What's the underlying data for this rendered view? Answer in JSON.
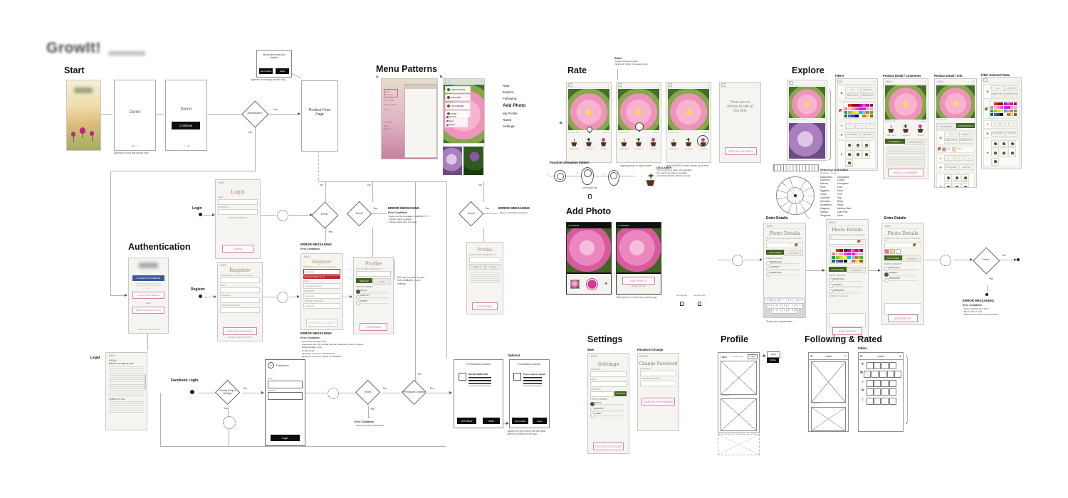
{
  "title": {
    "app": "GrowIt!"
  },
  "flow": {
    "yes": "Yes",
    "no": "No",
    "errors": "Errors?",
    "authenticated": "Authenticated?",
    "already_setup": "Already Setup in Settings?",
    "permissions_q": "Permissions Granted?"
  },
  "icons": {
    "share": "↥",
    "menu": "☰",
    "funnel_outline": "▽",
    "funnel_filled": "▼",
    "star": "★",
    "grid": "▦",
    "user": "☺",
    "flower": "✿",
    "list": "≡",
    "sun": "☀",
    "close": "✕",
    "close_circle": "ⓧ",
    "back": "‹ BACK",
    "up_arrow": "▲",
    "down_arrow": "▼"
  },
  "start": {
    "header": "Start",
    "demo": "Demo",
    "continue_btn": "Continue",
    "dots1": "● ○ ○",
    "dots2": "○ ○ ●",
    "caption": "Appears on first app launch only",
    "product_feed": "Product Feed Page"
  },
  "location_dialog": {
    "text": "Would like to use your location",
    "dont_allow": "Don't Allow",
    "allow": "Allow",
    "caption": "Appears on first app launch only"
  },
  "menu": {
    "header": "Menu Patterns",
    "a": "A.",
    "b": "B.",
    "a_items": [
      "ADD PHOTO",
      "EXPLORE",
      "FOLLOWING",
      "RATE"
    ],
    "a_sub": [
      "My Profile",
      "Rated",
      "Settings"
    ],
    "b_items": [
      "ADD A PHOTO",
      "EXPLORE",
      "FOLLOWING",
      "RATE"
    ],
    "b_sub": [
      "My Profile",
      "Rated",
      "Settings"
    ],
    "list_top": [
      "Rate",
      "Explore",
      "Following"
    ],
    "list_bold": "Add Photo",
    "list_bottom": [
      "My Profile",
      "Rated",
      "Settings"
    ]
  },
  "rate": {
    "header": "Rate",
    "b": "B.",
    "share_title": "Share",
    "share_l1": "Triggers iOS actionsheet",
    "share_l2": "Facebook, Twitter, Message, Email",
    "product_tag": "PRODUCT TAG",
    "username": "username",
    "pots": [
      "NEEDS HELP",
      "GROWING IT",
      "GROWN IT"
    ],
    "cap1": "Tapping grows to users profile",
    "cap2": "New UNRATED photo shows up in feed",
    "empty_text": "There are no photos to rate at this time",
    "empty_btn": "SEE MY RATINGS"
  },
  "interaction": {
    "header": "Possible Interaction Pattern",
    "n1": "1.",
    "n2": "2.",
    "n3": "3.",
    "tap": "one finger tap",
    "disclaimer_title": "DISCLAIMER",
    "disclaimer_text": "This is a pot for a plant. UX recognizes this may be too cheesy so design should take liberties with the concept."
  },
  "explore": {
    "header": "Explore",
    "filters_label": "Filters",
    "pdc_label": "Product Detail / Comments",
    "pdi_label": "Product Detail / Info",
    "fss_label": "Filter Selected State",
    "back": "BACK",
    "tabs": [
      "COMMENTS",
      "INFORMATION"
    ],
    "add_comment": "ADD A COMMENT",
    "cats": [
      "ALL",
      "GROWN IT",
      "NEEDS HELP",
      "INSPIRATION"
    ],
    "where": [
      "CONTAINER",
      "GROUND"
    ],
    "types": [
      "All",
      "Flower",
      "Edible",
      "Herb",
      "Shrub",
      "Tree",
      "Vegetable"
    ],
    "chips": [
      {
        "name": "Pink",
        "color": "#f06fa8"
      },
      {
        "name": "Yellow",
        "color": "#ffe34d"
      }
    ]
  },
  "select_colors": {
    "title": "Select up to 5 colors",
    "sub": "28 colors + 1 none",
    "col1": [
      "Maraschino",
      "Cayenne",
      "Maroon",
      "Plum",
      "Eggplant",
      "Grape",
      "Lavender",
      "Carnation",
      "Strawberry",
      "Magenta",
      "Salmon",
      "Tangerine"
    ],
    "col2": [
      "Cantaloupe",
      "Lemon",
      "Honeydew",
      "Lime",
      "Moss",
      "Fern",
      "Sky",
      "Black",
      "White",
      "Medium Blue",
      "Light Pink",
      "None"
    ]
  },
  "palette": [
    "#ffffff",
    "#ff2600",
    "#941100",
    "#7b0e45",
    "#94218e",
    "#ff2df5",
    "#d4145a",
    "#941751",
    "#ff7e79",
    "#ffc0cb",
    "#ff85ff",
    "#ff4fa3",
    "#ff00ff",
    "#cc29cc",
    "#ff9ad5",
    "#e8a0ff",
    "#00a651",
    "#8dc63f",
    "#d7df23",
    "#fff200",
    "#00bff3",
    "#6dcff6",
    "#ff5e3a",
    "#29cc29",
    "#006838",
    "#7a52a8",
    "#0054a6",
    "#000000",
    "#fefefe",
    "#f26522",
    "#ffd700",
    "#8b5a2b"
  ],
  "add_photo": {
    "header": "Add Photo",
    "cancel": "CANCEL",
    "use": "USE PHOTO",
    "retake": "RETAKE PHOTO",
    "caption": "Take picture or select from photos app",
    "tap": "one finger tap",
    "drag": "one finger drag"
  },
  "photo_details": {
    "label": "Enter Details",
    "back": "BACK",
    "title": "Photo Details",
    "what": "WHAT IS IT? (also tap below for searchable list)",
    "category": "PHOTO CATEGORY",
    "cats": [
      "NEEDS HELP",
      "GROWN IT",
      "INSPIRATION"
    ],
    "where": [
      "CONTAINER",
      "GROUND"
    ],
    "comments": "COMMENTS (optional)",
    "add": "ADD PHOTO",
    "geo": "Stamp users geolocation",
    "chips": [
      "#f06fa8",
      "#ffe34d",
      "#ffffff"
    ]
  },
  "keyboard": {
    "rows": [
      "QWERTYUIOP",
      "ASDFGHJKL",
      "ZXCVBNM"
    ]
  },
  "auth": {
    "header": "Authentication",
    "fb": "LOGIN WITH FACEBOOK",
    "fb_f": "f",
    "or": "or",
    "email_btn": "LOGIN WITH EMAIL",
    "new_q": "New?",
    "create": "CREATE AN ACCOUNT",
    "footer": "Terms of Use | Privacy Policy"
  },
  "login": {
    "label": "Login",
    "title": "Login",
    "email": "EMAIL",
    "password": "PASSWORD",
    "forgot": "FORGOT PASSWORD?",
    "btn": "LOGIN"
  },
  "register": {
    "label": "Register",
    "title": "Register",
    "username": "USERNAME (name visible to the public)",
    "email": "EMAIL",
    "password": "PASSWORD",
    "confirm": "CONFIRM PASSWORD",
    "btn": "CREATE ACCOUNT",
    "already": "ALREADY HAVE AN ACCOUNT?"
  },
  "register_error": {
    "banner": "Username already in use",
    "v_user": "username",
    "v_email": "name@gmail.com",
    "v_pw": "password"
  },
  "profile_ob": {
    "title": "Profile",
    "dob": "DATE OF BIRTH (MM/DD/YYYY)",
    "female": "FEMALE",
    "male": "MALE",
    "type_label": "TYPE OF GROWER",
    "note": "Set only one time by user. Not modifiable in user settings.",
    "continue_btn": "CONTINUE"
  },
  "grower_types": [
    "NOVICE",
    "HOBBYIST",
    "EXPERT"
  ],
  "errors": {
    "em": "ERROR MESSAGING",
    "ec": "Error Conditions",
    "profile_items": [
      "Date must be formatted in MM/DD/YYYY",
      "Please select a garden",
      "Please select type of grower"
    ],
    "grower_items": [
      "Please select type of grower"
    ],
    "register_items": [
      "Username already in use",
      "Username can only include numbers and letters and no spaces",
      "Email already in use",
      "Invalid email",
      "password must use x # characters",
      "password must use x types of characters"
    ],
    "fb_items": [
      "Incorrect Email or Password"
    ],
    "photo_items": [
      "Please identify your plant",
      "Must select a color",
      "Please select where you will plant it"
    ]
  },
  "settings": {
    "header": "Settings",
    "main_label": "Main",
    "pw_label": "Password Change",
    "back": "BACK",
    "cancel": "CANCEL",
    "title": "Settings",
    "username": "USERNAME",
    "email": "EMAIL",
    "password": "PASSWORD",
    "change": "CHANGE",
    "type_label": "TYPE OF GROWER",
    "delete_btn": "DELETE ACCOUNT",
    "pw_title": "Change Password",
    "confirm": "CONFIRM PASSWORD",
    "pw_btn": "CHANGE PASSWORD"
  },
  "legal": {
    "label": "Legal",
    "back": "BACK",
    "title": "LEGAL",
    "date": "Effective date: May 15, 2015",
    "terms": "TERMS OF USE"
  },
  "fb": {
    "label": "Facebook Login",
    "modal_title": "Facebook",
    "email": "Email",
    "password": "Password",
    "login_btn": "Login"
  },
  "permissions": {
    "optional": "Optional",
    "title": "Permissions Granted",
    "cb1": "Access basic info",
    "cb2": "Post to wall on behalf",
    "dont": "Don't Allow",
    "allow": "Allow",
    "caption": "Tapping on Don't Allow will still allow users to continue to the app"
  },
  "profile_sec": {
    "header": "Profile",
    "back": "< Back",
    "stats": "Username stats",
    "follow": "Follow",
    "unfollow": "Unfollow",
    "tags": "Product tags"
  },
  "following": {
    "header": "Following & Rated",
    "filters_label": "Filters",
    "bar_label": "Label",
    "rows": [
      "New",
      "Map",
      "User",
      "Rated",
      "List"
    ]
  }
}
